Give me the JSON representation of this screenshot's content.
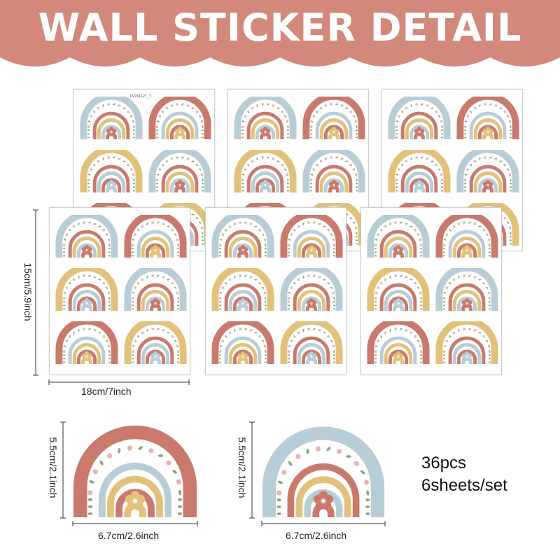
{
  "title": "WALL STICKER DETAIL",
  "sheet_code": "UV70112T_T",
  "sheet_height_label": "15cm/5.9inch",
  "sheet_width_label": "18cm/7inch",
  "sticker_left": {
    "height_label": "5.5cm/2.1inch",
    "width_label": "6.7cm/2.6inch"
  },
  "sticker_right": {
    "height_label": "5.5cm/2.1inch",
    "width_label": "6.7cm/2.6inch"
  },
  "quantity": "36pcs",
  "set_info": "6sheets/set",
  "colors": {
    "banner": "#d2897c",
    "rust": "#c97a6c",
    "sky": "#b9cdd6",
    "sand": "#e2c27b",
    "blush": "#eab3b1",
    "leaf": "#86a874"
  },
  "icons": [
    "rainbow-sticker-icon",
    "flower-icon"
  ]
}
